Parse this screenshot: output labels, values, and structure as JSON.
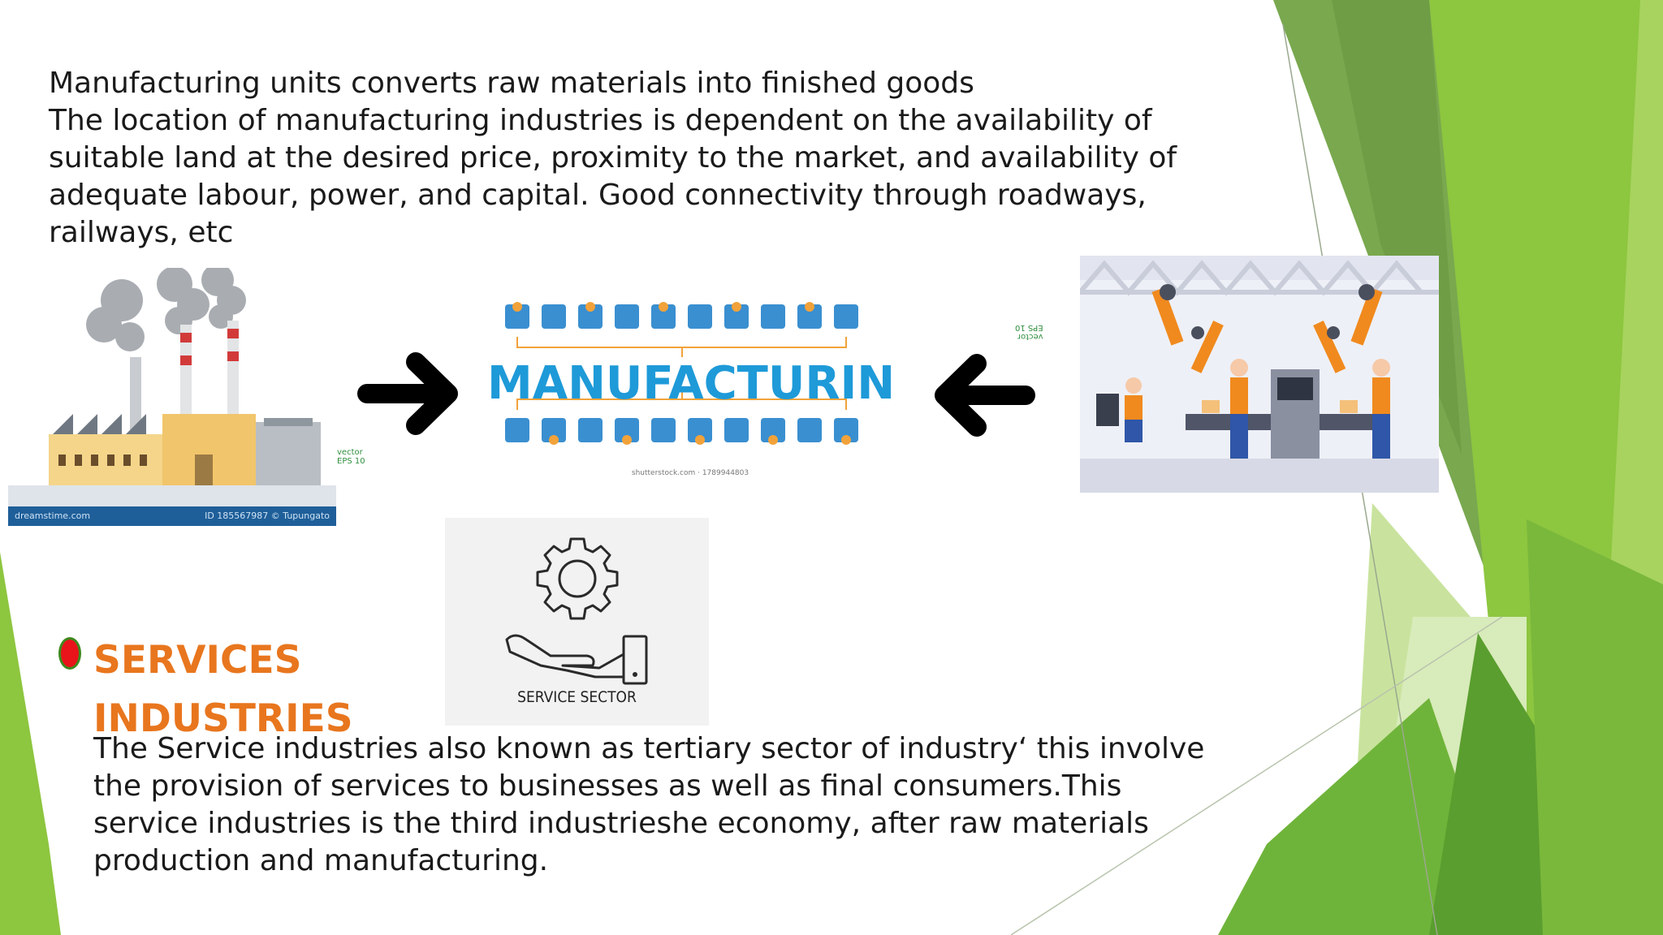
{
  "intro": {
    "line1": "Manufacturing units converts raw materials into finished goods",
    "line2": "The location of manufacturing industries is dependent on the availability of suitable land at the desired price, proximity to the market, and availability of adequate labour, power, and capital. Good connectivity through roadways, railways, etc"
  },
  "images": {
    "factory": {
      "footer_left": "dreamstime.com",
      "footer_right": "ID 185567987 © Tupungato",
      "badge_line1": "vector",
      "badge_line2": "EPS 10"
    },
    "manufacturing": {
      "word": "MANUFACTURING",
      "credit": "shutterstock.com · 1789944803"
    },
    "robot_badge": {
      "line1": "vector",
      "line2": "EPS 10"
    },
    "service": {
      "label": "SERVICE SECTOR"
    }
  },
  "services": {
    "heading_line1": "SERVICES",
    "heading_line2": "INDUSTRIES",
    "body": "The Service industries also known as tertiary sector of industry‘ this involve the provision of services to businesses as well as final consumers.This service industries is the third industrieshe economy, after raw materials production and manufacturing."
  },
  "colors": {
    "accent_orange": "#e8761e",
    "bullet_red": "#e8141a",
    "green_light": "#8dc63f",
    "green_dark": "#5a9e2f",
    "manufacturing_blue": "#1e9ad8"
  }
}
